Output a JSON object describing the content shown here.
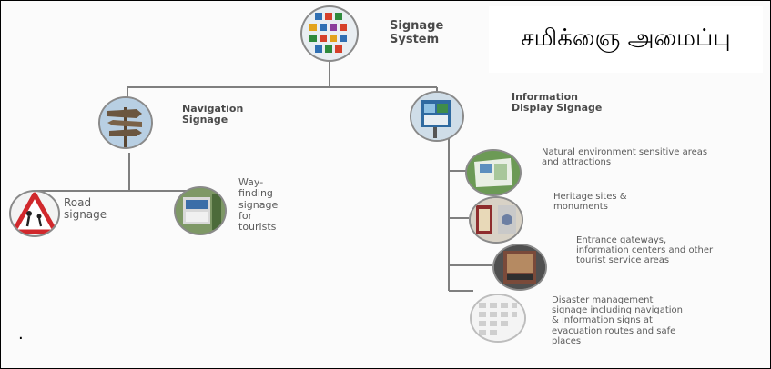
{
  "title_box": {
    "text": "சமிக்ஞை அமைப்பு"
  },
  "root": {
    "label_line1": "Signage",
    "label_line2": "System"
  },
  "navigation": {
    "label_line1": "Navigation",
    "label_line2": "Signage"
  },
  "information": {
    "label_line1": "Information",
    "label_line2": "Display Signage"
  },
  "road": {
    "label_line1": "Road",
    "label_line2": "signage"
  },
  "wayfinding": {
    "lines": [
      "Way-",
      "finding",
      "signage",
      "for",
      "tourists"
    ]
  },
  "info_children": [
    {
      "lines": [
        "Natural environment sensitive areas",
        "and attractions"
      ]
    },
    {
      "lines": [
        "Heritage sites &",
        "monuments"
      ]
    },
    {
      "lines": [
        "Entrance gateways,",
        "information centers and other",
        "tourist service areas"
      ]
    },
    {
      "lines": [
        "Disaster management",
        "signage including navigation",
        "& information signs at",
        "evacuation routes and safe",
        "places"
      ]
    }
  ],
  "footer_mark": ".",
  "colors": {
    "line": "#7f7f7f",
    "border": "#000000"
  }
}
